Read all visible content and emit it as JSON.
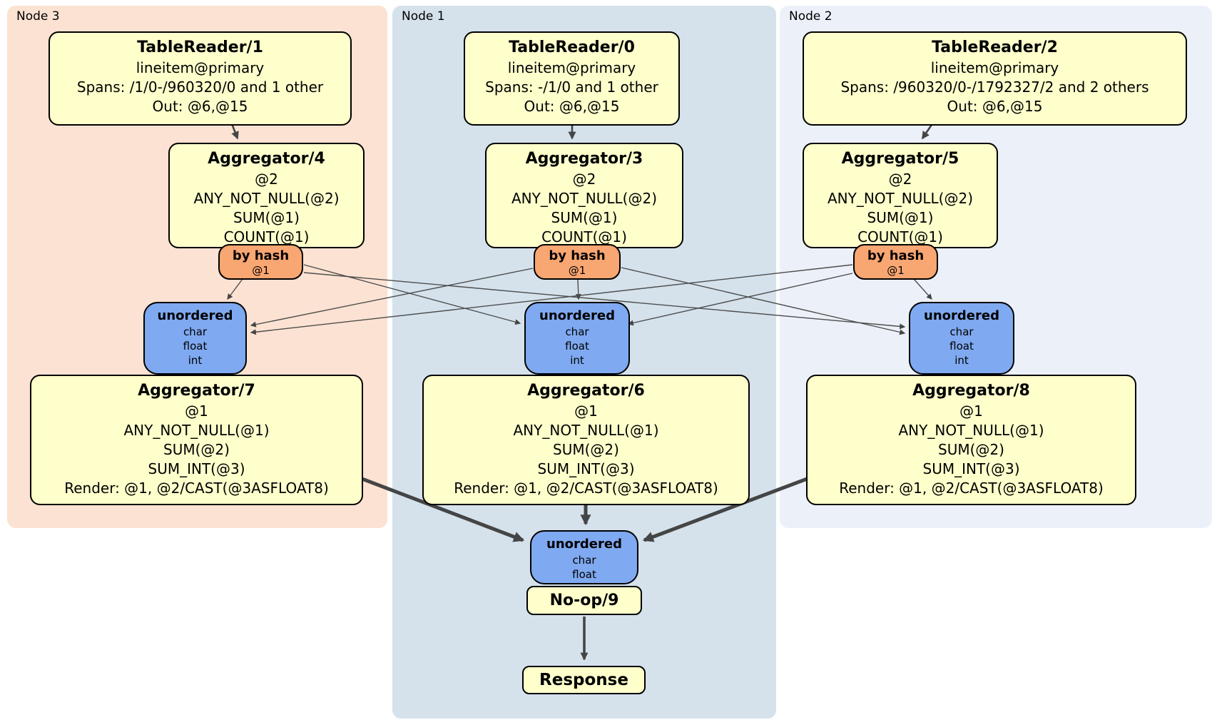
{
  "diagram": {
    "kind": "distsql-physical-plan",
    "node_groups": [
      {
        "label": "Node 3",
        "table_reader": {
          "title": "TableReader/1",
          "lines": [
            "lineitem@primary",
            "Spans: /1/0-/960320/0 and 1 other",
            "Out: @6,@15"
          ]
        },
        "aggregator_pre": {
          "title": "Aggregator/4",
          "lines": [
            "@2",
            "ANY_NOT_NULL(@2)",
            "SUM(@1)",
            "COUNT(@1)"
          ]
        },
        "router": {
          "title": "by hash",
          "detail": "@1"
        },
        "sync": {
          "title": "unordered",
          "streams": [
            "char",
            "float",
            "int"
          ]
        },
        "aggregator_final": {
          "title": "Aggregator/7",
          "lines": [
            "@1",
            "ANY_NOT_NULL(@1)",
            "SUM(@2)",
            "SUM_INT(@3)",
            "Render: @1, @2/CAST(@3ASFLOAT8)"
          ]
        }
      },
      {
        "label": "Node 1",
        "table_reader": {
          "title": "TableReader/0",
          "lines": [
            "lineitem@primary",
            "Spans: -/1/0 and 1 other",
            "Out: @6,@15"
          ]
        },
        "aggregator_pre": {
          "title": "Aggregator/3",
          "lines": [
            "@2",
            "ANY_NOT_NULL(@2)",
            "SUM(@1)",
            "COUNT(@1)"
          ]
        },
        "router": {
          "title": "by hash",
          "detail": "@1"
        },
        "sync": {
          "title": "unordered",
          "streams": [
            "char",
            "float",
            "int"
          ]
        },
        "aggregator_final": {
          "title": "Aggregator/6",
          "lines": [
            "@1",
            "ANY_NOT_NULL(@1)",
            "SUM(@2)",
            "SUM_INT(@3)",
            "Render: @1, @2/CAST(@3ASFLOAT8)"
          ]
        }
      },
      {
        "label": "Node 2",
        "table_reader": {
          "title": "TableReader/2",
          "lines": [
            "lineitem@primary",
            "Spans: /960320/0-/1792327/2 and 2 others",
            "Out: @6,@15"
          ]
        },
        "aggregator_pre": {
          "title": "Aggregator/5",
          "lines": [
            "@2",
            "ANY_NOT_NULL(@2)",
            "SUM(@1)",
            "COUNT(@1)"
          ]
        },
        "router": {
          "title": "by hash",
          "detail": "@1"
        },
        "sync": {
          "title": "unordered",
          "streams": [
            "char",
            "float",
            "int"
          ]
        },
        "aggregator_final": {
          "title": "Aggregator/8",
          "lines": [
            "@1",
            "ANY_NOT_NULL(@1)",
            "SUM(@2)",
            "SUM_INT(@3)",
            "Render: @1, @2/CAST(@3ASFLOAT8)"
          ]
        }
      }
    ],
    "final_stage": {
      "sync": {
        "title": "unordered",
        "streams": [
          "char",
          "float"
        ]
      },
      "noop": {
        "title": "No-op/9"
      },
      "response": {
        "title": "Response"
      }
    },
    "colors": {
      "node3_bg": "#fce2d2",
      "node1_bg": "#d5e2ec",
      "node2_bg": "#ecf1f9",
      "proc_bg": "#ffffcc",
      "router_bg": "#f8a672",
      "sync_bg": "#7fa9f0",
      "edge_thin": "#4d4d4d",
      "edge_thick": "#454545"
    }
  }
}
